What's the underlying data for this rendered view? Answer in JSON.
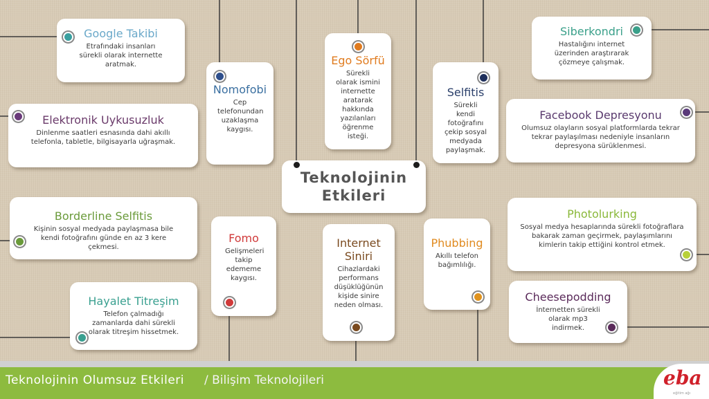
{
  "center": {
    "line1": "Teknolojinin",
    "line2": "Etkileri"
  },
  "cards": {
    "google": {
      "title": "Google Takibi",
      "desc": "Etrafındaki insanları sürekli olarak internette aratmak.",
      "color": "#6aa8c9",
      "dot": "#3aa0a0"
    },
    "nomofobi": {
      "title": "Nomofobi",
      "desc": "Cep telefonundan uzaklaşma kaygısı.",
      "color": "#3a6fa0",
      "dot": "#2e4f8c"
    },
    "ego": {
      "title": "Ego Sörfü",
      "desc": "Sürekli olarak ismini internette aratarak hakkında yazılanları öğrenme isteği.",
      "color": "#e07b1f",
      "dot": "#e07b1f"
    },
    "selfitis": {
      "title": "Selfitis",
      "desc": "Sürekli kendi fotoğrafını çekip sosyal medyada paylaşmak.",
      "color": "#2a3f6a",
      "dot": "#1e2f5c"
    },
    "siberkondri": {
      "title": "Siberkondri",
      "desc": "Hastalığını internet üzerinden araştırarak çözmeye çalışmak.",
      "color": "#3aa08a",
      "dot": "#3aa08a"
    },
    "elektronik": {
      "title": "Elektronik Uykusuzluk",
      "desc": "Dinlenme saatleri esnasında dahi akıllı telefonla, tabletle, bilgisayarla uğraşmak.",
      "color": "#6a3a6a",
      "dot": "#6a3a7a"
    },
    "facebook": {
      "title": "Facebook Depresyonu",
      "desc": "Olumsuz olayların sosyal platformlarda tekrar tekrar paylaşılması nedeniyle insanların depresyona sürüklenmesi.",
      "color": "#5a3a6e",
      "dot": "#5a3a7a"
    },
    "borderline": {
      "title": "Borderline Selfitis",
      "desc": "Kişinin sosyal medyada paylaşmasa bile kendi fotoğrafını günde en az 3 kere çekmesi.",
      "color": "#6a9a3a",
      "dot": "#6a9a3a"
    },
    "fomo": {
      "title": "Fomo",
      "desc": "Gelişmeleri takip edememe kaygısı.",
      "color": "#d03a3a",
      "dot": "#d03a3a"
    },
    "internet": {
      "title": "Internet Siniri",
      "desc": "Cihazlardaki performans düşüklüğünün kişide sinire neden olması.",
      "color": "#7a4a1f",
      "dot": "#7a4a1f"
    },
    "phubbing": {
      "title": "Phubbing",
      "desc": "Akıllı telefon bağımlılığı.",
      "color": "#e08a1f",
      "dot": "#e0931f"
    },
    "photolurking": {
      "title": "Photolurking",
      "desc": "Sosyal medya hesaplarında sürekli fotoğraflara bakarak zaman geçirmek, paylaşımlarını kimlerin takip ettiğini kontrol etmek.",
      "color": "#8ab83a",
      "dot": "#b8d03a"
    },
    "hayalet": {
      "title": "Hayalet Titreşim",
      "desc": "Telefon çalmadığı zamanlarda dahi sürekli olarak titreşim hissetmek.",
      "color": "#3aa090",
      "dot": "#3aa090"
    },
    "cheese": {
      "title": "Cheesepodding",
      "desc": "İnternetten sürekli olarak mp3 indirmek.",
      "color": "#5a2a5a",
      "dot": "#5a2a5a"
    }
  },
  "footer": {
    "title": "Teknolojinin Olumsuz Etkileri",
    "separator": "/",
    "subtitle": "Bilişim Teknolojileri",
    "logo": "eba",
    "logo_sub": "eğitim ağı",
    "green": "#8dbb3f"
  }
}
